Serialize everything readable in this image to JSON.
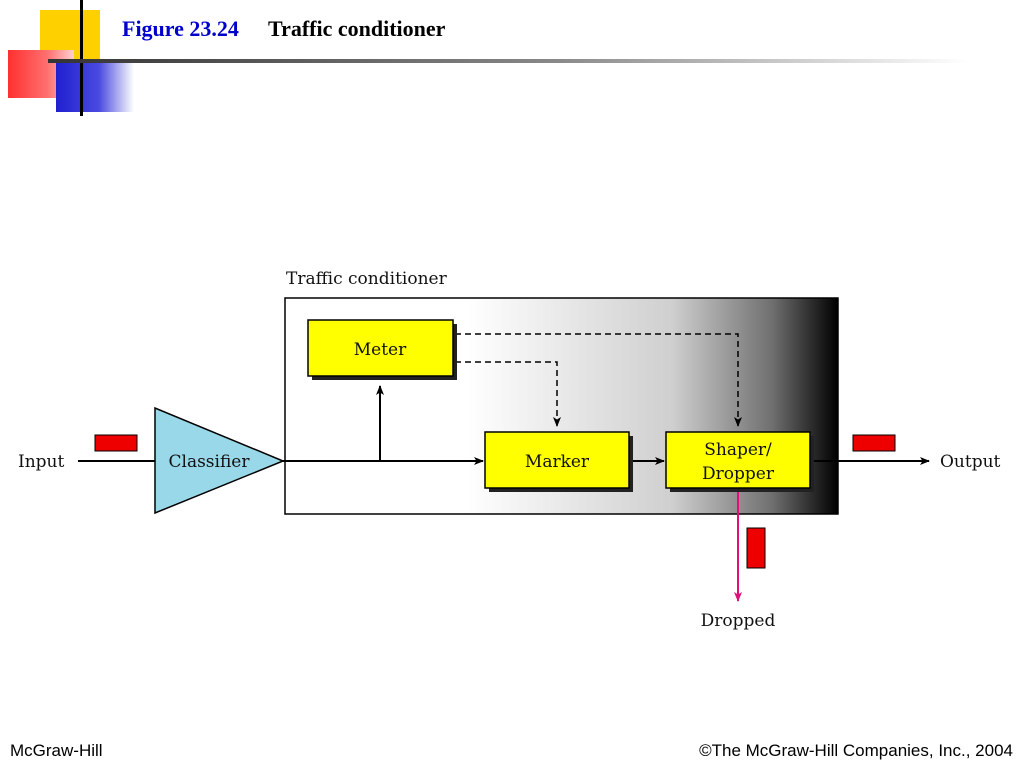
{
  "header": {
    "figure_number": "Figure 23.24",
    "title": "Traffic conditioner"
  },
  "diagram": {
    "container_label": "Traffic conditioner",
    "input_label": "Input",
    "output_label": "Output",
    "dropped_label": "Dropped",
    "classifier_label": "Classifier",
    "meter_label": "Meter",
    "marker_label": "Marker",
    "shaper_line1": "Shaper/",
    "shaper_line2": "Dropper",
    "colors": {
      "box_fill": "#ffff00",
      "classifier_fill": "#99d8e8",
      "packet": "#ee0000",
      "drop_arrow": "#e0107a"
    }
  },
  "footer": {
    "left": "McGraw-Hill",
    "right": "©The McGraw-Hill Companies, Inc., 2004"
  }
}
